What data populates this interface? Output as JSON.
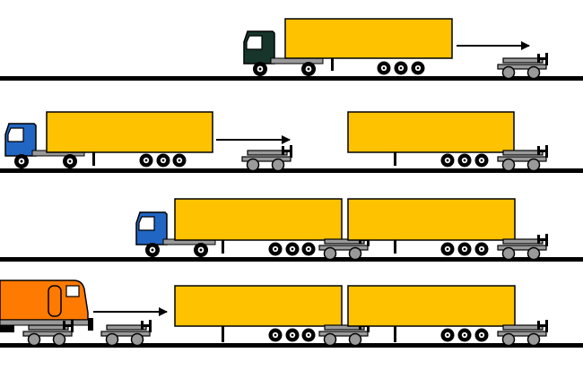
{
  "colors": {
    "background": "#ffffff",
    "trailer": "#ffc200",
    "cab_dark_green": "#17352a",
    "cab_blue": "#2266c4",
    "locomotive_orange": "#ff7a00",
    "bogie_gray": "#9a9a9a",
    "outline": "#000000",
    "window": "#ffffff"
  },
  "rows": [
    {
      "name": "row-1",
      "objects": [
        "tractor-dark-green",
        "trailer",
        "arrow",
        "rail-bogie"
      ]
    },
    {
      "name": "row-2",
      "objects": [
        "tractor-blue",
        "trailer",
        "arrow",
        "rail-bogie",
        "trailer-on-bogie"
      ]
    },
    {
      "name": "row-3",
      "objects": [
        "tractor-blue",
        "trailer",
        "trailer-on-bogie",
        "rail-bogie"
      ]
    },
    {
      "name": "row-4",
      "objects": [
        "locomotive-orange",
        "rail-bogie",
        "arrow",
        "rail-bogie",
        "trailer",
        "trailer-on-bogie",
        "rail-bogie"
      ]
    }
  ]
}
